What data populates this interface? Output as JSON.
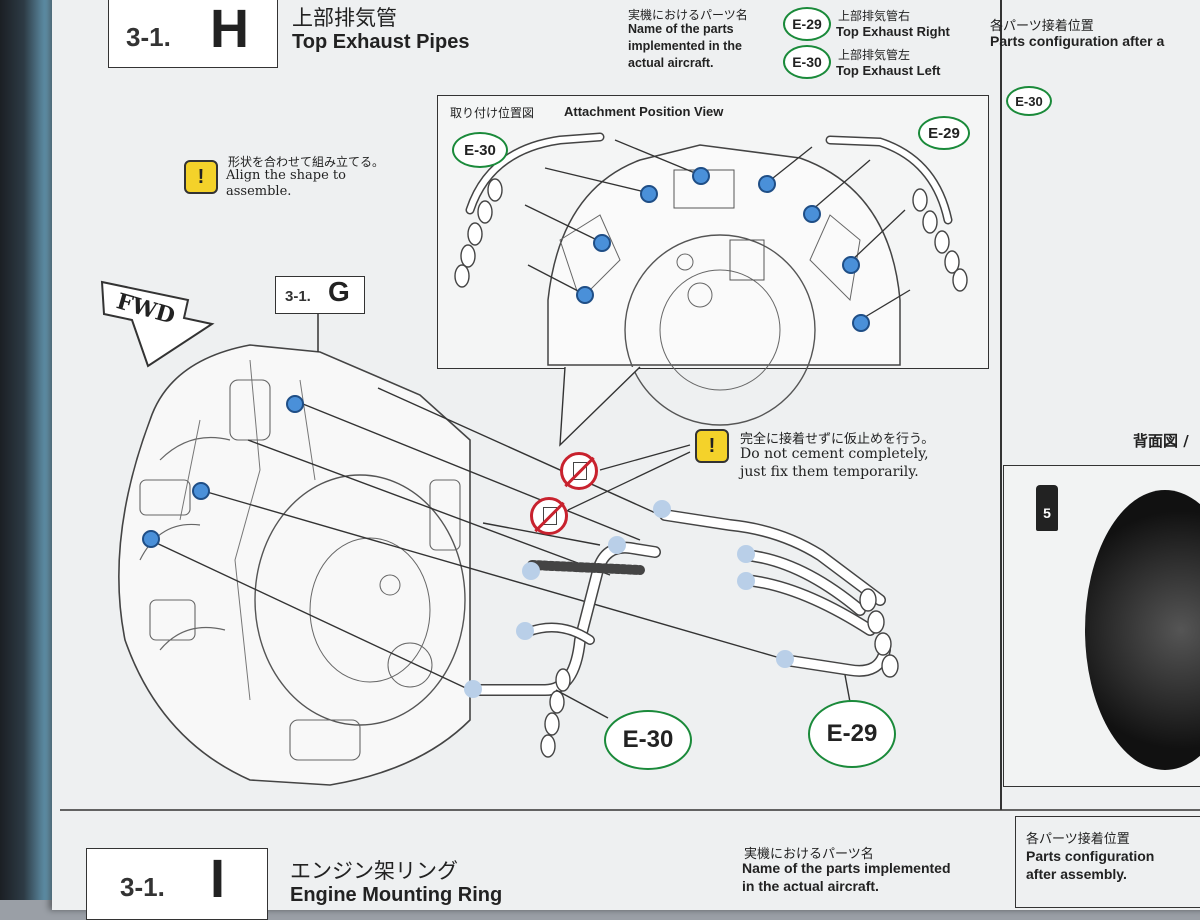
{
  "colors": {
    "part_circle": "#1a8a3a",
    "warning": "#f4d22a",
    "no_glue": "#c8222e",
    "attach_point": "#4a90d9"
  },
  "step_h": {
    "number": "3-1.",
    "letter": "H",
    "title_jp": "上部排気管",
    "title_en": "Top Exhaust Pipes"
  },
  "part_names": {
    "heading_jp": "実機におけるパーツ名",
    "heading_en": "Name of the parts implemented in the actual aircraft.",
    "items": [
      {
        "code": "E-29",
        "jp": "上部排気管右",
        "en": "Top Exhaust Right"
      },
      {
        "code": "E-30",
        "jp": "上部排気管左",
        "en": "Top Exhaust Left"
      }
    ]
  },
  "notes": {
    "align": {
      "jp": "形状を合わせて組み立てる。",
      "en1": "Align the shape to",
      "en2": "assemble."
    },
    "temp": {
      "jp": "完全に接着せずに仮止めを行う。",
      "en1": "Do not cement completely,",
      "en2": "just fix them temporarily."
    }
  },
  "warning_icon": "exclamation-icon",
  "no_glue_icon": "no-glue-icon",
  "attachment_view": {
    "jp": "取り付け位置図",
    "en": "Attachment Position View"
  },
  "labels": {
    "e29": "E-29",
    "e30": "E-30",
    "ref_step": "3-1.",
    "ref_letter": "G",
    "fwd": "FWD",
    "paint": "5"
  },
  "right_panel": {
    "jp": "各パーツ接着位置",
    "en": "Parts configuration after a",
    "rear_jp": "背面図 /"
  },
  "step_i": {
    "number": "3-1.",
    "letter": "I",
    "title_jp": "エンジン架リング",
    "title_en": "Engine Mounting Ring",
    "parts_jp": "実機におけるパーツ名",
    "parts_en1": "Name of the parts implemented",
    "parts_en2": "in the actual aircraft.",
    "config_jp": "各パーツ接着位置",
    "config_en1": "Parts configuration",
    "config_en2": "after assembly."
  }
}
